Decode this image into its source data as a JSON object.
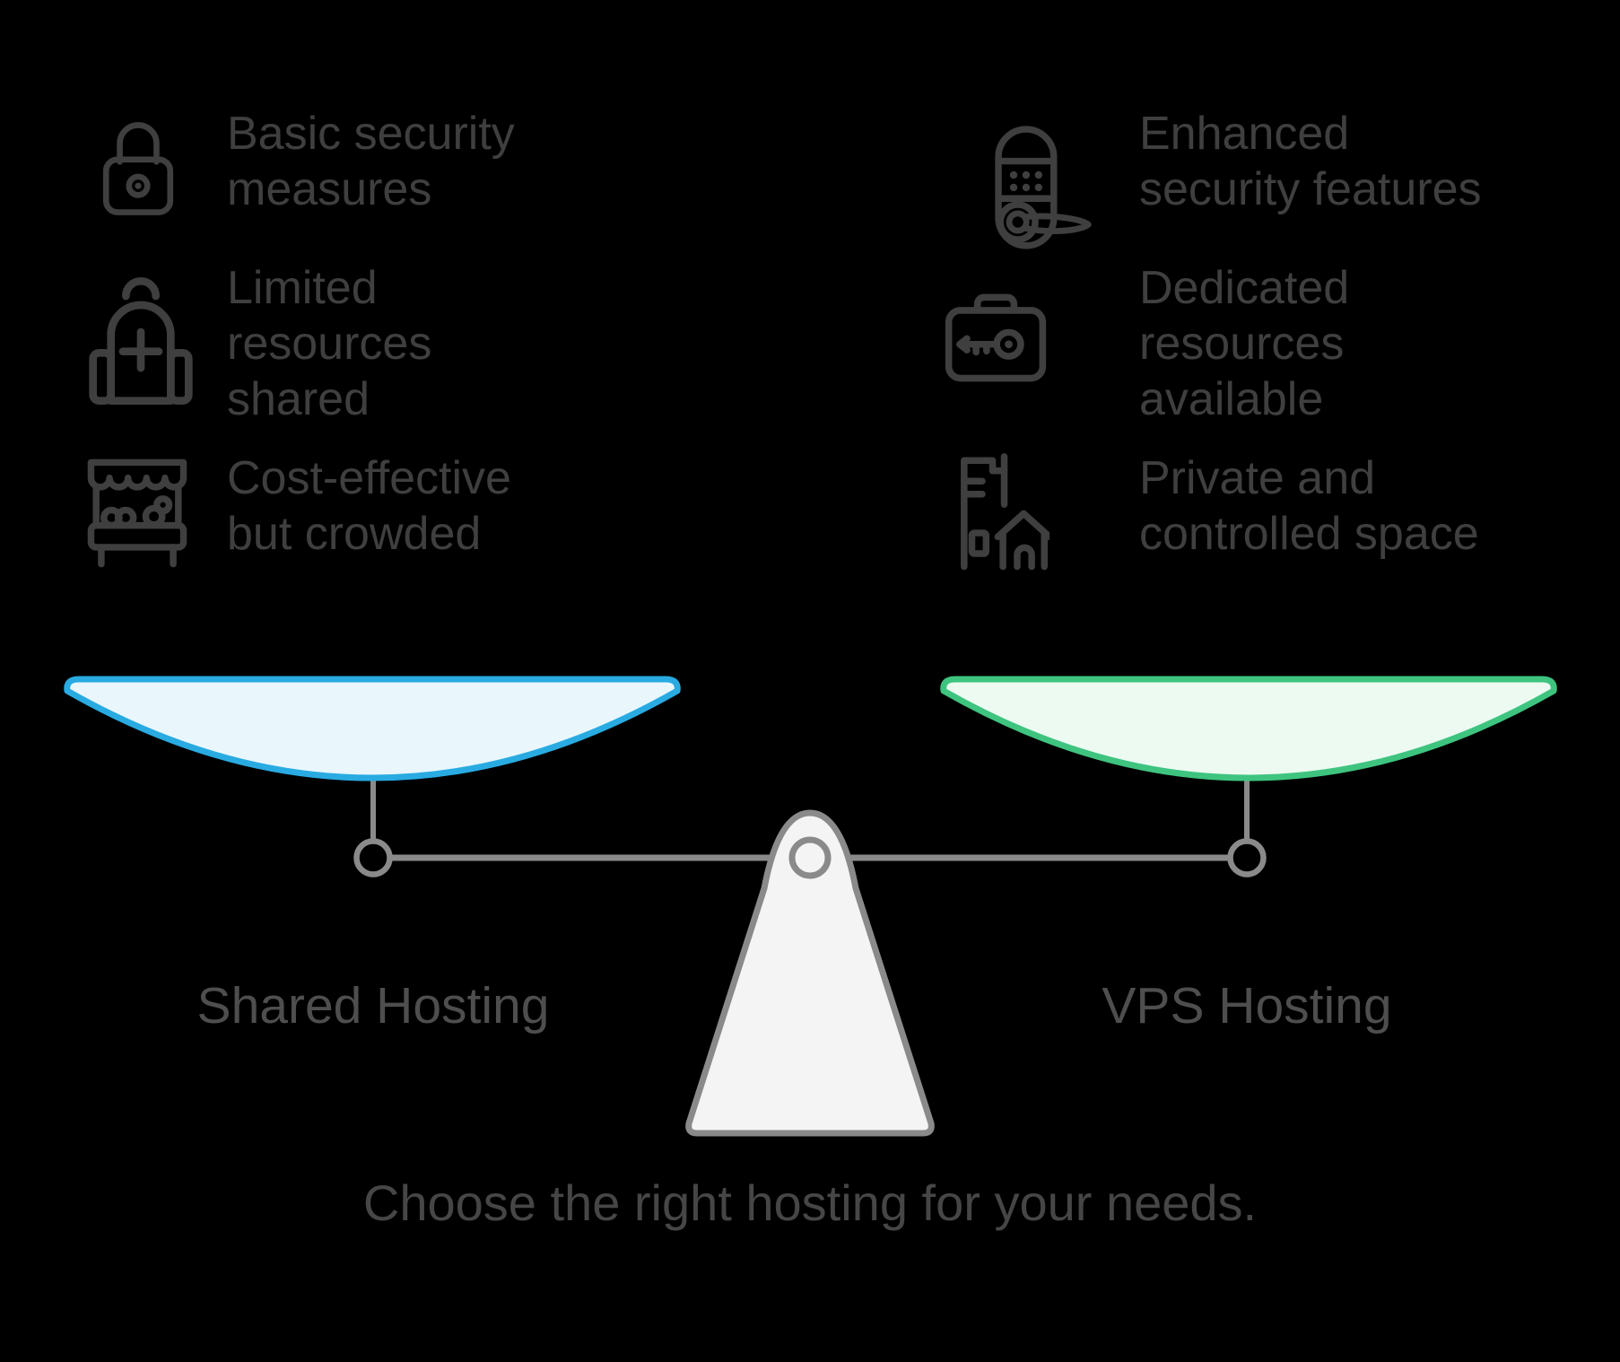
{
  "background_color": "#000000",
  "left": {
    "label": "Shared Hosting",
    "pan_fill": "#e9f7fd",
    "pan_border": "#29abe2",
    "items": [
      {
        "icon": "padlock-icon",
        "lines": [
          "Basic security",
          "measures"
        ]
      },
      {
        "icon": "backpack-icon",
        "lines": [
          "Limited",
          "resources",
          "shared"
        ]
      },
      {
        "icon": "market-stall-icon",
        "lines": [
          "Cost-effective",
          "but crowded"
        ]
      }
    ]
  },
  "right": {
    "label": "VPS Hosting",
    "pan_fill": "#ecfaf2",
    "pan_border": "#3ec47f",
    "items": [
      {
        "icon": "smart-lock-icon",
        "lines": [
          "Enhanced",
          "security features"
        ]
      },
      {
        "icon": "briefcase-key-icon",
        "lines": [
          "Dedicated",
          "resources",
          "available"
        ]
      },
      {
        "icon": "buildings-icon",
        "lines": [
          "Private and",
          "controlled space"
        ]
      }
    ]
  },
  "caption": "Choose the right hosting for your needs.",
  "colors": {
    "icon_and_text": "#3f3f3f",
    "label_text": "#4e4e4e",
    "caption_text": "#464646",
    "scale_metal": "#8a8a8a",
    "fulcrum_fill": "#f4f4f4"
  }
}
